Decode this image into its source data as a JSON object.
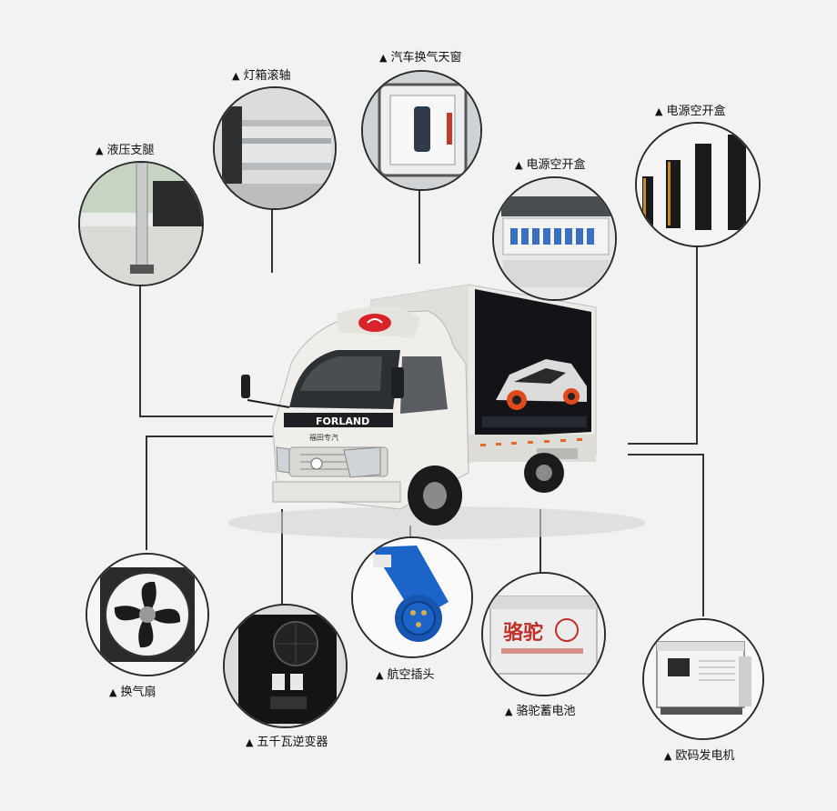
{
  "triangle": "▲",
  "callouts": {
    "hydraulic_leg": "液压支腿",
    "light_box_roller": "灯箱滚轴",
    "vent_skylight": "汽车换气天窗",
    "power_switch_box_1": "电源空开盒",
    "power_switch_box_2": "电源空开盒",
    "exhaust_fan": "换气扇",
    "inverter": "五千瓦逆变器",
    "aviation_plug": "航空插头",
    "camel_battery": "骆驼蓄电池",
    "euro_generator": "欧码发电机"
  },
  "truck": {
    "brand_badge": "FORLAND",
    "cab_text": "福田专汽"
  },
  "battery_brand": "骆驼",
  "colors": {
    "background": "#f1f2f2",
    "outline": "#2b2b2b",
    "truck_body": "#ecebe6",
    "screen": "#141418",
    "plug_blue": "#1c64c8",
    "logo_red": "#d8232a"
  }
}
